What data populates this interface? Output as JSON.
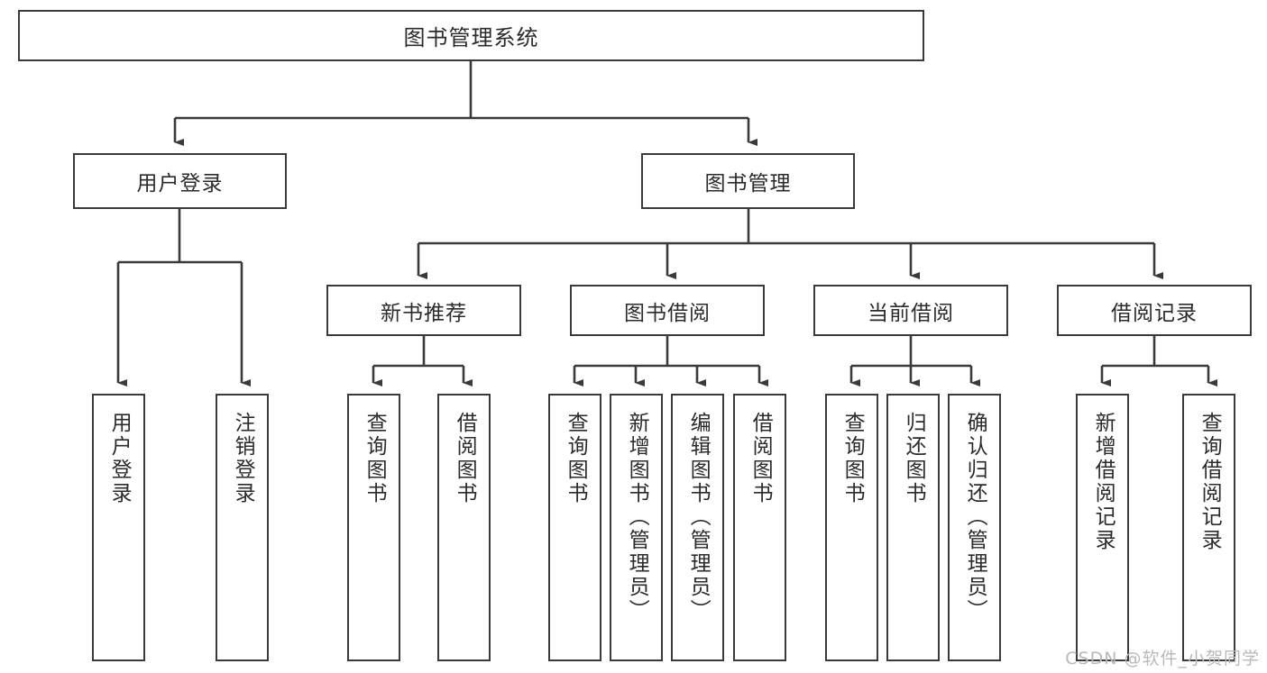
{
  "diagram": {
    "title": "图书管理系统",
    "type": "tree-hierarchy",
    "orientation": "top-down",
    "colors": {
      "box_border": "#3a3a3a",
      "box_fill": "#ffffff",
      "connector": "#3a3a3a",
      "text": "#2b2b2b",
      "watermark": "#b9b9b9"
    },
    "levels": {
      "level1": [
        "图书管理系统"
      ],
      "level2": [
        "用户登录",
        "图书管理"
      ],
      "level3": [
        "新书推荐",
        "图书借阅",
        "当前借阅",
        "借阅记录"
      ],
      "level4": [
        "用户登录",
        "注销登录",
        "查询图书",
        "借阅图书",
        "查询图书",
        "新增图书（管理员）",
        "编辑图书（管理员）",
        "借阅图书",
        "查询图书",
        "归还图书",
        "确认归还（管理员）",
        "新增借阅记录",
        "查询借阅记录"
      ]
    },
    "nodes": {
      "root": {
        "label": "图书管理系统"
      },
      "user_login": {
        "label": "用户登录"
      },
      "book_manage": {
        "label": "图书管理"
      },
      "new_book_rec": {
        "label": "新书推荐"
      },
      "book_borrow": {
        "label": "图书借阅"
      },
      "current_borrow": {
        "label": "当前借阅"
      },
      "borrow_record": {
        "label": "借阅记录"
      },
      "leaf_user_login": {
        "label": "用户登录"
      },
      "leaf_logout": {
        "label": "注销登录"
      },
      "leaf_query_book_a": {
        "label": "查询图书"
      },
      "leaf_borrow_book_a": {
        "label": "借阅图书"
      },
      "leaf_query_book_b": {
        "label": "查询图书"
      },
      "leaf_add_book": {
        "label": "新增图书（管理员）"
      },
      "leaf_edit_book": {
        "label": "编辑图书（管理员）"
      },
      "leaf_borrow_book_b": {
        "label": "借阅图书"
      },
      "leaf_query_book_c": {
        "label": "查询图书"
      },
      "leaf_return_book": {
        "label": "归还图书"
      },
      "leaf_confirm_return": {
        "label": "确认归还（管理员）"
      },
      "leaf_add_record": {
        "label": "新增借阅记录"
      },
      "leaf_query_record": {
        "label": "查询借阅记录"
      }
    },
    "edges": [
      {
        "from": "root",
        "to": "user_login"
      },
      {
        "from": "root",
        "to": "book_manage"
      },
      {
        "from": "user_login",
        "to": "leaf_user_login"
      },
      {
        "from": "user_login",
        "to": "leaf_logout"
      },
      {
        "from": "book_manage",
        "to": "new_book_rec"
      },
      {
        "from": "book_manage",
        "to": "book_borrow"
      },
      {
        "from": "book_manage",
        "to": "current_borrow"
      },
      {
        "from": "book_manage",
        "to": "borrow_record"
      },
      {
        "from": "new_book_rec",
        "to": "leaf_query_book_a"
      },
      {
        "from": "new_book_rec",
        "to": "leaf_borrow_book_a"
      },
      {
        "from": "book_borrow",
        "to": "leaf_query_book_b"
      },
      {
        "from": "book_borrow",
        "to": "leaf_add_book"
      },
      {
        "from": "book_borrow",
        "to": "leaf_edit_book"
      },
      {
        "from": "book_borrow",
        "to": "leaf_borrow_book_b"
      },
      {
        "from": "current_borrow",
        "to": "leaf_query_book_c"
      },
      {
        "from": "current_borrow",
        "to": "leaf_return_book"
      },
      {
        "from": "current_borrow",
        "to": "leaf_confirm_return"
      },
      {
        "from": "borrow_record",
        "to": "leaf_add_record"
      },
      {
        "from": "borrow_record",
        "to": "leaf_query_record"
      }
    ]
  },
  "watermark": {
    "text": "CSDN @软件_小贺同学"
  }
}
